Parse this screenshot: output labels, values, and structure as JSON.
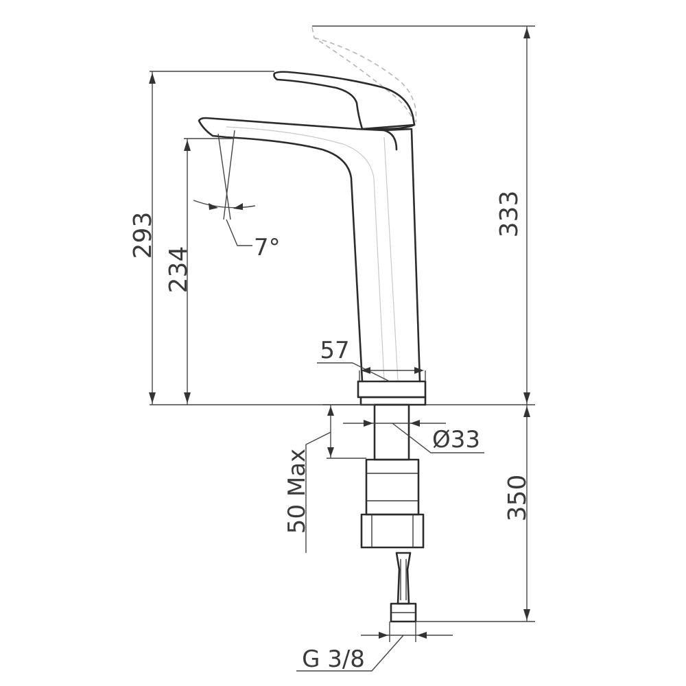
{
  "dimensions": {
    "total_height": "333",
    "body_height": "293",
    "spout_height": "234",
    "spout_angle": "7°",
    "base_width": "57",
    "shank_diameter": "Ø33",
    "max_counter_thickness": "50 Max",
    "hose_length": "350",
    "thread": "G 3/8"
  }
}
